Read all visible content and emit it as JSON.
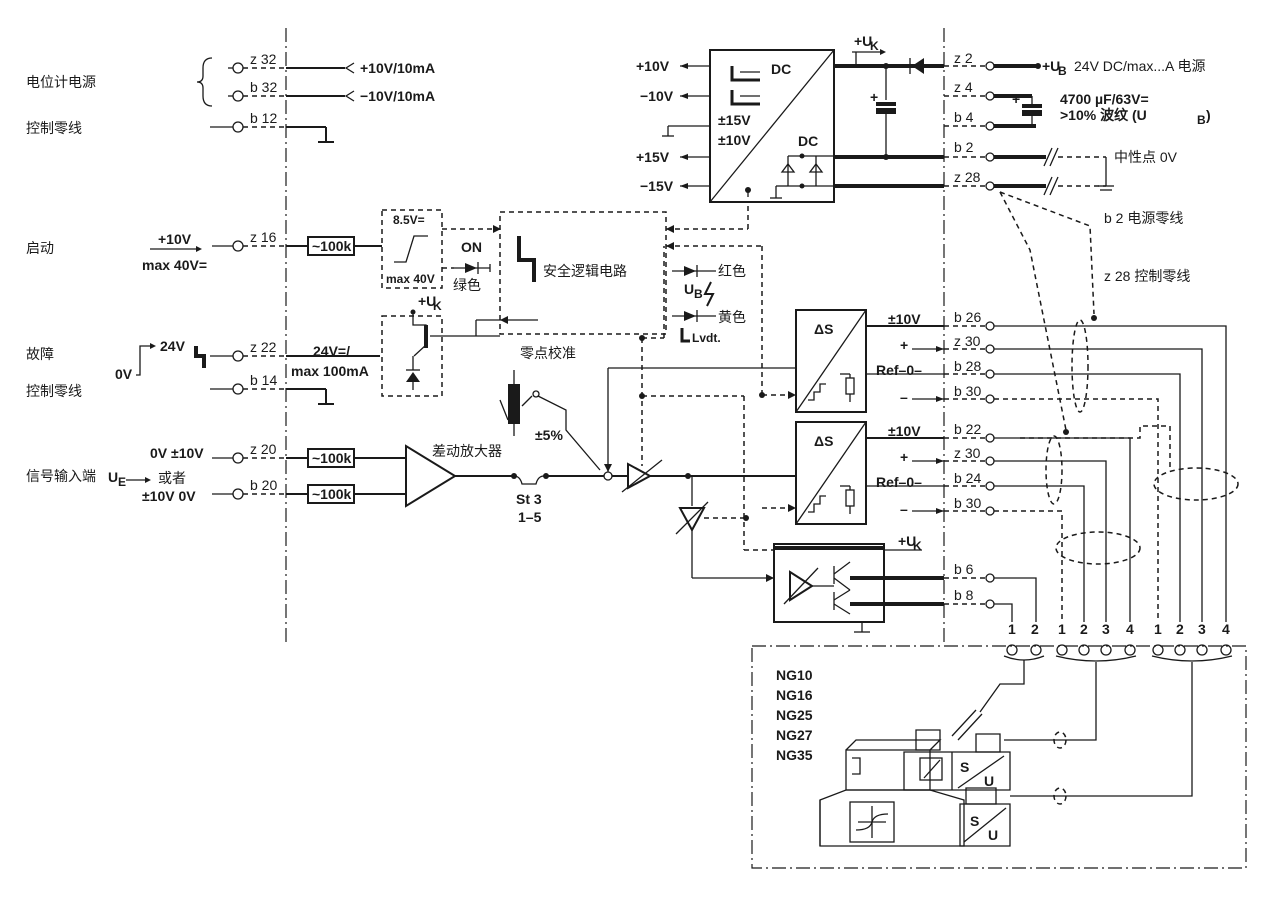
{
  "left_labels": {
    "pot_supply": "电位计电源",
    "ctrl_zero_1": "控制零线",
    "start": "启动",
    "fault": "故障",
    "ctrl_zero_2": "控制零线",
    "signal_input": "信号输入端"
  },
  "pins": {
    "z32": "z 32",
    "b32": "b 32",
    "b12": "b 12",
    "z16": "z 16",
    "z22": "z 22",
    "b14": "b 14",
    "z20": "z 20",
    "b20": "b 20",
    "z2": "z 2",
    "z4": "z 4",
    "b4": "b 4",
    "b2": "b 2",
    "z28": "z 28",
    "b26": "b 26",
    "z30a": "z 30",
    "b28": "b 28",
    "b30a": "b 30",
    "b22": "b 22",
    "z30b": "z 30",
    "b24": "b 24",
    "b30b": "b 30",
    "b6": "b 6",
    "b8": "b 8"
  },
  "signals": {
    "p10v_10ma": "+10V/10mA",
    "n10v_10ma": "−10V/10mA",
    "start_10v": "+10V",
    "start_max": "max 40V=",
    "fault_24v": "24V",
    "fault_0v": "0V",
    "fault_spec1": "24V=/",
    "fault_spec2": "max 100mA",
    "in_top": "0V ±10V",
    "in_ue": "U",
    "in_ue_sub": "E",
    "in_or": "或者",
    "in_bottom": "±10V  0V"
  },
  "components": {
    "r100k": "~100k",
    "trig_level": "8.5V=",
    "trig_max": "max 40V",
    "on_label": "ON",
    "green": "绿色",
    "uk": "+U",
    "uk_sub": "K",
    "safety_logic": "安全逻辑电路",
    "red": "红色",
    "yellow": "黄色",
    "ub": "U",
    "ub_sub": "B",
    "lvdt": "Lvdt.",
    "zero_cal": "零点校准",
    "pm5": "±5%",
    "diff_amp": "差动放大器",
    "st3": "St 3",
    "st3_range": "1–5",
    "delta_s": "ΔS",
    "pm10v": "±10V",
    "plus": "+",
    "minus": "–",
    "ref0": "Ref–0–"
  },
  "power": {
    "dc": "DC",
    "p10v": "+10V",
    "m10v": "−10V",
    "p15v": "+15V",
    "m15v": "−15V",
    "pm15v": "±15V",
    "pm10v": "±10V",
    "ub_supply": "+U",
    "ub_supply_sub": "B",
    "ub_spec": "24V DC/max...A 电源",
    "cap_spec": "4700 µF/63V=",
    "ripple": ">10% 波纹 (U",
    "ripple_sub": "B",
    "ripple_end": ")",
    "neutral": "中性点 0V",
    "b2_zero": "b 2 电源零线",
    "z28_zero": "z 28 控制零线"
  },
  "connectors": {
    "nums": [
      "1",
      "2",
      "1",
      "2",
      "3",
      "4",
      "1",
      "2",
      "3",
      "4"
    ]
  },
  "valve_sizes": [
    "NG10",
    "NG16",
    "NG25",
    "NG27",
    "NG35"
  ],
  "valve_sensor_label": "S",
  "valve_u_label": "U"
}
